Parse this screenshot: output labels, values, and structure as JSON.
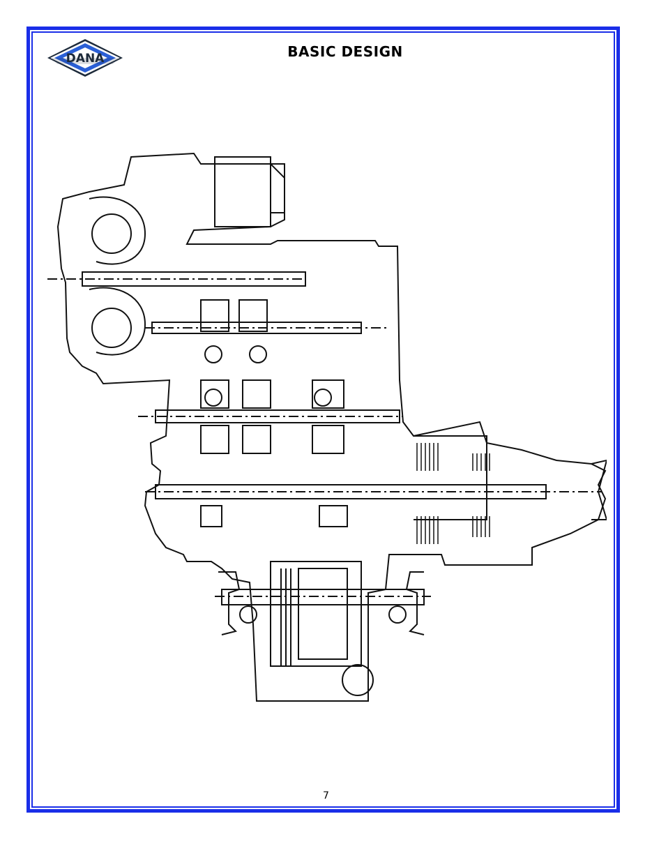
{
  "page": {
    "title": "BASIC DESIGN",
    "page_number": "7"
  },
  "logo": {
    "text": "DANA",
    "colors": {
      "blue": "#2a5fd6",
      "dark": "#1d2a3a",
      "white": "#ffffff"
    }
  },
  "drawing": {
    "icon": "transmission-cross-section-drawing"
  },
  "colors": {
    "border": "#1a2ee8",
    "ink": "#111111"
  }
}
